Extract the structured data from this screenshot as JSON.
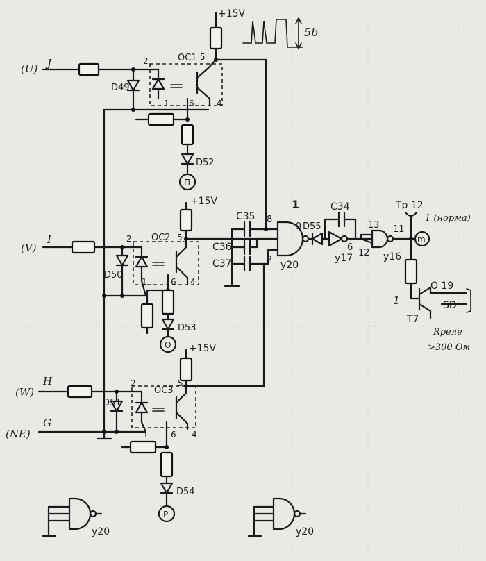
{
  "supply": {
    "plus15_top": "+15V",
    "plus15_mid": "+15V",
    "plus15_bot": "+15V",
    "pulse_note": "5b"
  },
  "inputs": {
    "u_label": "(U)",
    "u_line": "J",
    "v_label": "(V)",
    "v_line": "I",
    "w_label": "(W)",
    "w_line": "H",
    "ne_label": "(NE)",
    "ne_line": "G"
  },
  "optocouplers": {
    "oc1": "OC1",
    "oc2": "OC2",
    "oc3": "OC3",
    "pins_1": [
      "2",
      "5",
      "1",
      "6",
      "4"
    ],
    "pins_2": [
      "2",
      "5",
      "1",
      "6",
      "4"
    ],
    "pins_3": [
      "2",
      "5",
      "1",
      "6",
      "4"
    ]
  },
  "diodes": {
    "d49": "D49",
    "d50": "D50",
    "d51": "D51",
    "d52": "D52",
    "d53": "D53",
    "d54": "D54",
    "d55": "D55"
  },
  "terminals": {
    "t52": "П",
    "t53": "O",
    "t54": "P"
  },
  "capacitors": {
    "c34": "C34",
    "c35": "C35",
    "c36": "C36",
    "c37": "C37"
  },
  "logic": {
    "gate_main": "y20",
    "gate_main_num": "1",
    "pin_8": "8",
    "pin_9": "9",
    "pin_2": "2",
    "y17": "y17",
    "y17_pin": "6",
    "y16": "y16",
    "y16_in_top": "13",
    "y16_in_bot": "12",
    "y16_out": "11",
    "sym_left": "y20",
    "sym_right": "y20"
  },
  "output": {
    "tp": "Tp 12",
    "norm": "1 (норма)",
    "m": "m",
    "sd_num": "O 19",
    "sd": "SD",
    "t7": "T7",
    "t7_base": "1",
    "relay_1": "Rреле",
    "relay_2": ">300 Ом"
  }
}
